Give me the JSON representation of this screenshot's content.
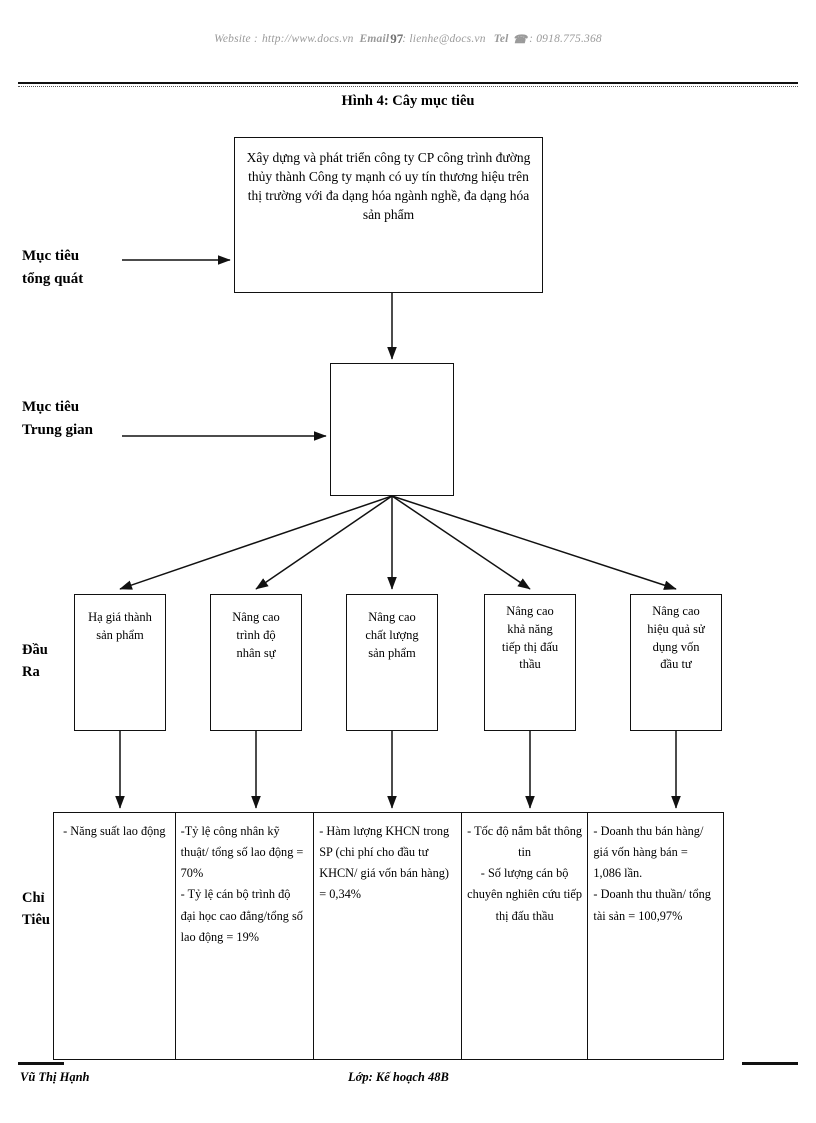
{
  "header": {
    "website_label": "Website :",
    "website_url": "http://www.docs.vn",
    "email_label": "Email",
    "email_value": ": lienhe@docs.vn",
    "page_number": "97",
    "tel_label": "Tel",
    "phone_icon": "telephone-icon",
    "tel_value": ": 0918.775.368"
  },
  "figure": {
    "title": "Hình 4: Cây mục tiêu"
  },
  "levels": {
    "general_goal": "Mục tiêu\ntổng quát",
    "intermediate_goal": "Mục tiêu\nTrung gian",
    "output": "Đầu\nRa",
    "indicator": "Chỉ\nTiêu"
  },
  "top_box": {
    "text": "Xây dựng và phát triển công ty CP công trình đường thủy thành Công ty mạnh có uy tín thương hiệu trên thị trường với đa dạng hóa ngành nghề, đa dạng hóa sản phẩm"
  },
  "middle_box": {
    "text": ""
  },
  "output_boxes": [
    {
      "text": "Hạ giá thành\nsản phẩm"
    },
    {
      "text": "Nâng cao\ntrình độ\nnhân sự"
    },
    {
      "text": "Nâng cao\nchất lượng\nsản phẩm"
    },
    {
      "text": "Nâng cao\nkhả năng\ntiếp thị đấu\nthầu"
    },
    {
      "text": "Nâng cao\nhiệu quả sử\ndụng vốn\nđầu tư"
    }
  ],
  "indicator_cells": [
    {
      "lines": [
        "- Năng suất lao động"
      ]
    },
    {
      "lines": [
        "-Tỷ lệ công nhân kỹ thuật/ tổng số lao động = 70%",
        "- Tỷ lệ cán bộ trình độ đại học cao đẳng/tổng số lao động = 19%"
      ]
    },
    {
      "lines": [
        "- Hàm lượng KHCN trong SP (chi phí cho đầu tư KHCN/ giá vốn bán hàng) = 0,34%"
      ]
    },
    {
      "lines": [
        "- Tốc độ nắm bắt thông tin",
        "- Số lượng cán bộ chuyên nghiên cứu tiếp thị đấu thầu"
      ]
    },
    {
      "lines": [
        "- Doanh thu bán hàng/ giá vốn hàng bán = 1,086 lần.",
        "- Doanh thu thuần/ tổng tài sản = 100,97%"
      ]
    }
  ],
  "footer": {
    "author": "Vũ Thị Hạnh",
    "class": "Lớp: Kế hoạch 48B"
  },
  "colors": {
    "ink": "#000000",
    "watermark": "#9a9a9a",
    "paper": "#ffffff"
  }
}
